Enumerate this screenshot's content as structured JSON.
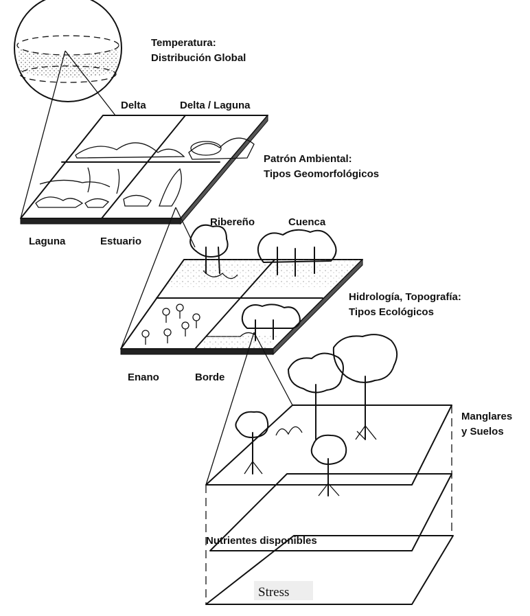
{
  "diagram": {
    "globe": {
      "label_line1": "Temperatura:",
      "label_line2": "Distribución Global"
    },
    "geomorphology": {
      "top_left": "Delta",
      "top_right": "Delta / Laguna",
      "bottom_left": "Laguna",
      "bottom_right": "Estuario",
      "side_line1": "Patrón Ambiental:",
      "side_line2": "Tipos Geomorfológicos"
    },
    "ecology": {
      "top_left": "Ribereño",
      "top_right": "Cuenca",
      "bottom_left": "Enano",
      "bottom_right": "Borde",
      "side_line1": "Hidrología, Topografía:",
      "side_line2": "Tipos Ecológicos"
    },
    "stack": {
      "top_line1": "Manglares",
      "top_line2": "y Suelos",
      "middle": "Nutrientes disponibles",
      "bottom": "Stress"
    }
  }
}
